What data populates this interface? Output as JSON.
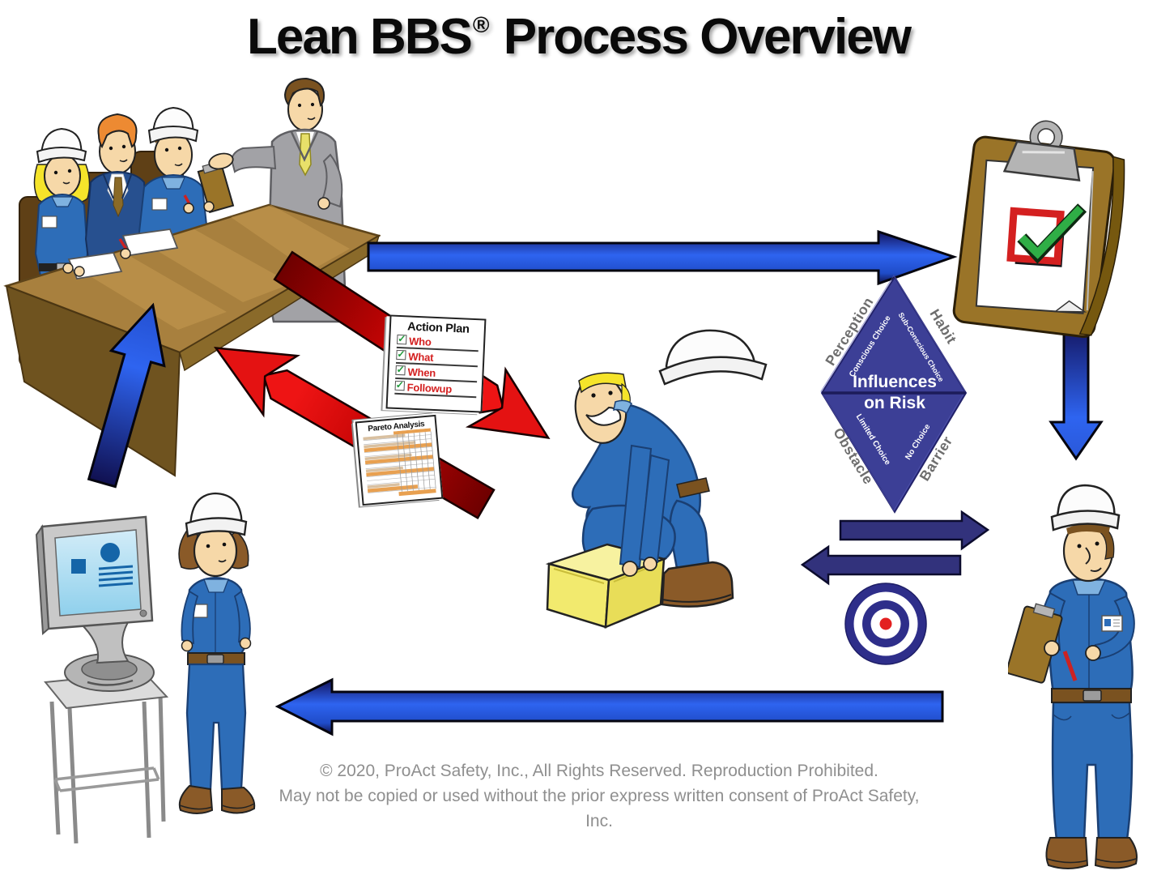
{
  "title": {
    "prefix": "Lean BBS",
    "registered": "®",
    "suffix": "Process Overview"
  },
  "footer": {
    "line1": "© 2020, ProAct Safety, Inc., All Rights Reserved. Reproduction Prohibited.",
    "line2": "May not be copied or used without the prior express written consent of ProAct Safety, Inc."
  },
  "action_plan": {
    "title": "Action Plan",
    "check_glyph": "✓",
    "items": [
      {
        "label": "Who"
      },
      {
        "label": "What"
      },
      {
        "label": "When"
      },
      {
        "label": "Followup"
      }
    ]
  },
  "pareto": {
    "title": "Pareto Analysis"
  },
  "influence_diamond": {
    "center_line1": "Influences",
    "center_line2": "on Risk",
    "outer": {
      "top_left": "Perception",
      "top_right": "Habit",
      "bottom_left": "Obstacle",
      "bottom_right": "Barrier"
    },
    "inner": {
      "top_left": "Conscious Choice",
      "top_right": "Sub-Conscious Choice",
      "bottom_left": "Limited Choice",
      "bottom_right": "No Choice"
    }
  },
  "icons": {
    "clipboard_check": "clipboard-with-green-checkmark",
    "bullseye": "target-bullseye"
  },
  "colors": {
    "arrow_blue_bright": "#2e64f0",
    "arrow_blue_dark": "#13135c",
    "arrow_red_bright": "#e41212",
    "arrow_red_dark": "#6e0000",
    "small_arrow_indigo": "#32327c",
    "diamond_fill": "#3c3f96",
    "bullseye_navy": "#2e2e8a",
    "bullseye_red": "#e32020",
    "uniform_blue": "#2d6db8",
    "table_brown": "#a8803e"
  }
}
